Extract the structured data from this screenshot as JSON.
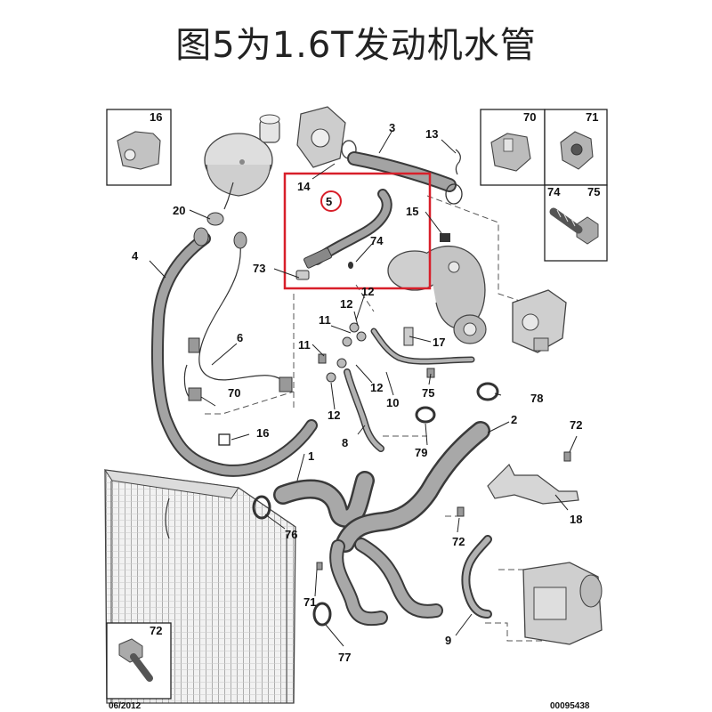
{
  "title": "图5为1.6T发动机水管",
  "highlight_color": "#d81f2a",
  "hose_color": "#9a9a9a",
  "part_color": "#b9b9b9",
  "callouts": {
    "c1": "1",
    "c2": "2",
    "c3": "3",
    "c4": "4",
    "c5": "5",
    "c6": "6",
    "c8": "8",
    "c9": "9",
    "c10": "10",
    "c11a": "11",
    "c11b": "11",
    "c12a": "12",
    "c12b": "12",
    "c12c": "12",
    "c12d": "12",
    "c13": "13",
    "c14": "14",
    "c15": "15",
    "c16": "16",
    "c17": "17",
    "c18": "18",
    "c20": "20",
    "c70": "70",
    "c71": "71",
    "c72a": "72",
    "c72b": "72",
    "c73": "73",
    "c74": "74",
    "c75": "75",
    "c76": "76",
    "c77": "77",
    "c78": "78",
    "c79": "79"
  },
  "insets": {
    "i16": "16",
    "i70": "70",
    "i71": "71",
    "i74": "74",
    "i75": "75",
    "i72": "72"
  },
  "footer": {
    "date": "06/2012",
    "ref": "00095438"
  }
}
